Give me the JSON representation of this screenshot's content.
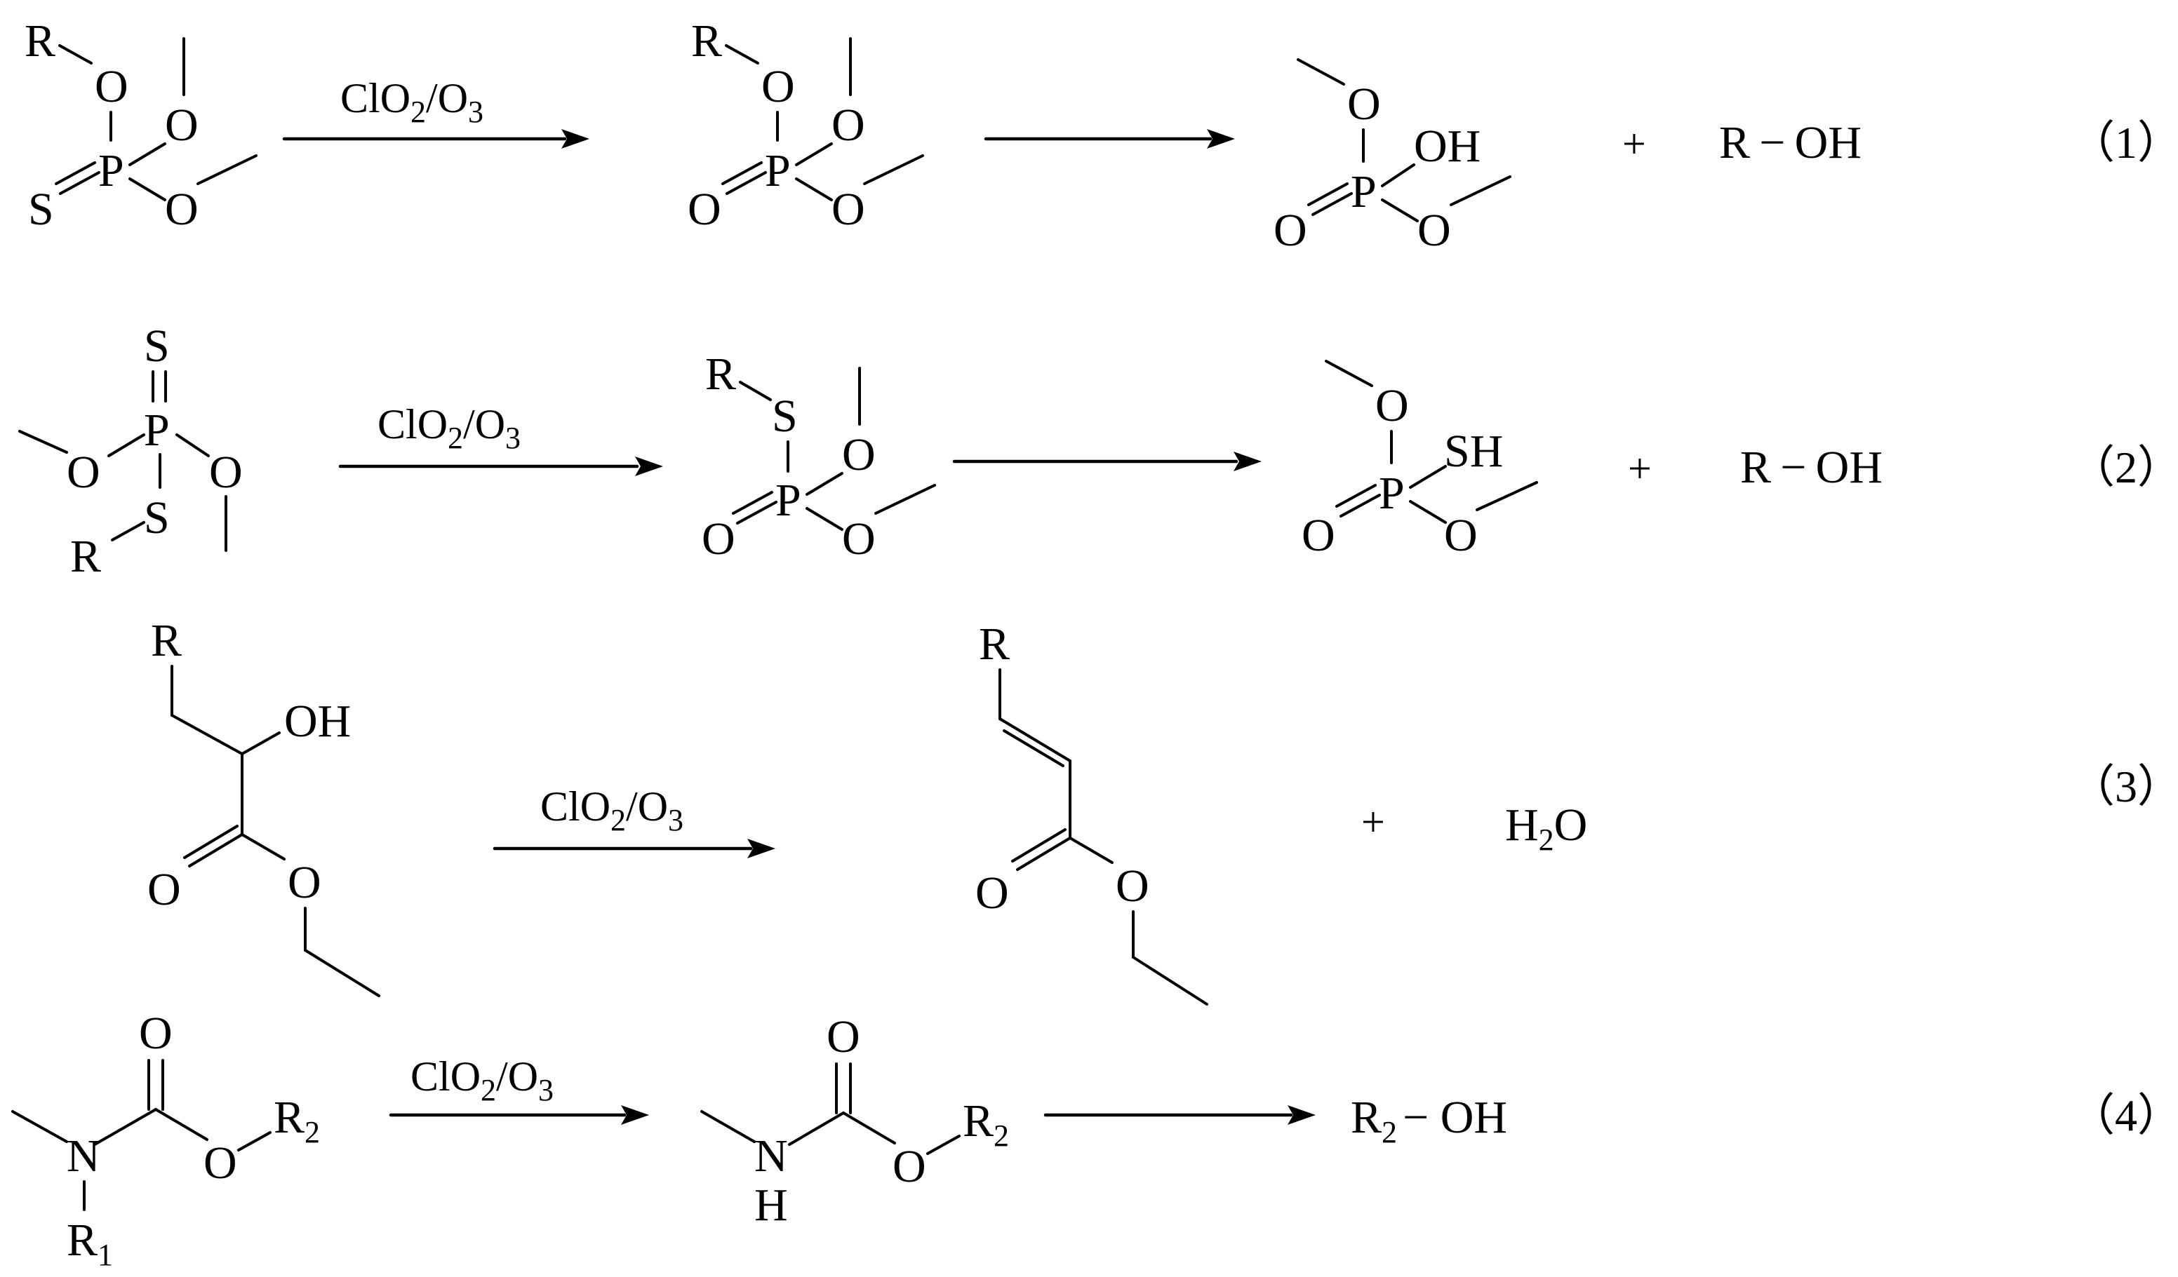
{
  "title": "",
  "reagent": {
    "main": "ClO",
    "sub_a": "2",
    "mid": "/O",
    "sub_b": "3"
  },
  "atoms": {
    "R": "R",
    "O": "O",
    "S": "S",
    "P": "P",
    "N": "N",
    "H": "H",
    "OH": "OH",
    "SH": "SH"
  },
  "labels": {
    "r_oh": "R − OH",
    "h2o_h": "H",
    "h2o_2": "2",
    "h2o_o": "O",
    "r2_r": "R",
    "r2_sub": "2",
    "r2_oh": "− OH",
    "r1_r": "R",
    "r1_sub": "1",
    "plus": "+"
  },
  "reactions": [
    {
      "number": "（1）"
    },
    {
      "number": "（2）"
    },
    {
      "number": "（3）"
    },
    {
      "number": "（4）"
    }
  ]
}
